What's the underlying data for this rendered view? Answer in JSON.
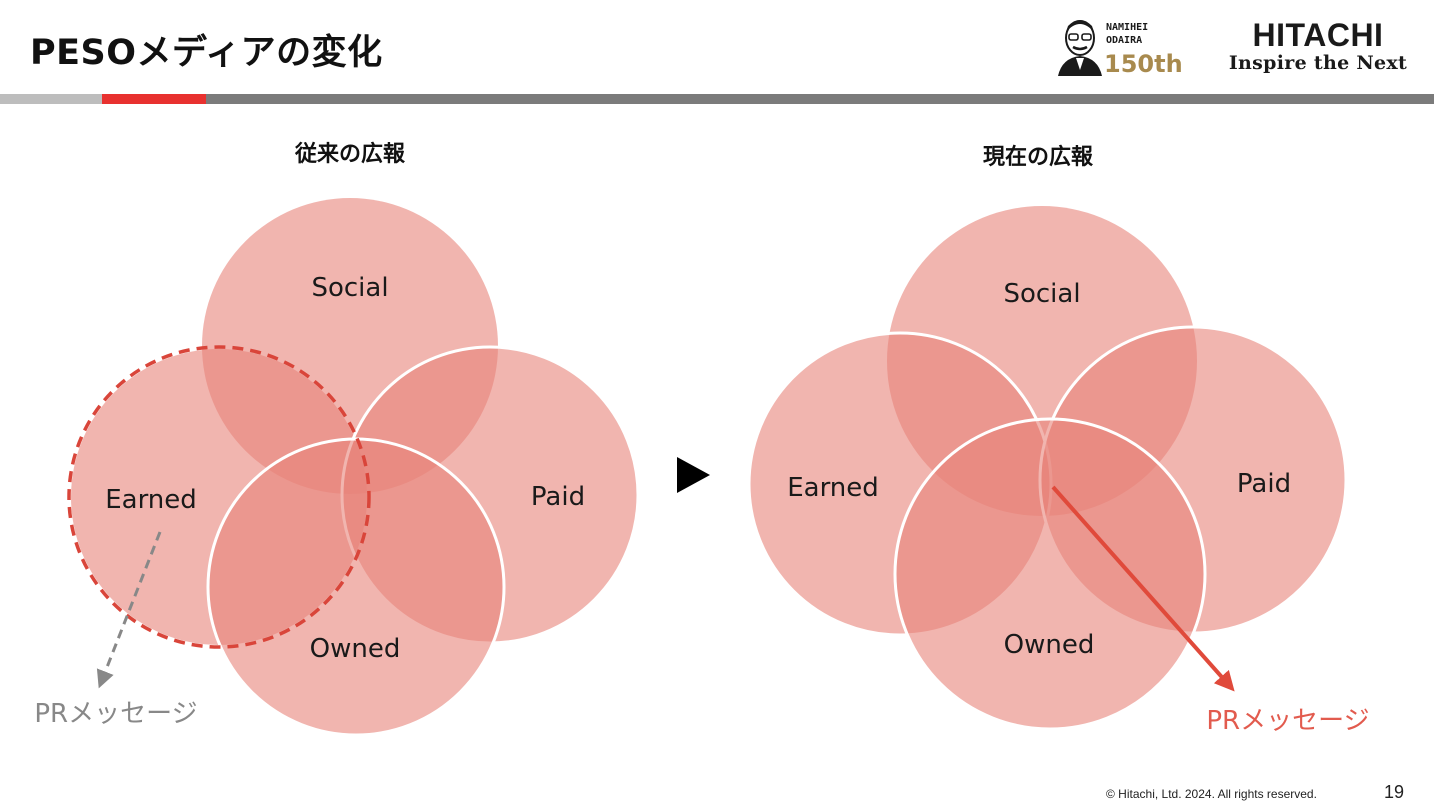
{
  "slide": {
    "title": "PESOメディアの変化",
    "copyright": "© Hitachi, Ltd. 2024. All rights reserved.",
    "page_number": "19"
  },
  "logos": {
    "anniversary": {
      "line1": "NAMIHEI",
      "line2": "ODAIRA",
      "line3": "150th"
    },
    "hitachi": {
      "name": "HITACHI",
      "tagline": "Inspire the Next"
    }
  },
  "left_diagram": {
    "title": "従来の広報",
    "circles": {
      "social": "Social",
      "earned": "Earned",
      "paid": "Paid",
      "owned": "Owned"
    },
    "pr_label": "PRメッセージ"
  },
  "right_diagram": {
    "title": "現在の広報",
    "circles": {
      "social": "Social",
      "earned": "Earned",
      "paid": "Paid",
      "owned": "Owned"
    },
    "pr_label": "PRメッセージ"
  },
  "colors": {
    "circle_fill": "#e8837a",
    "accent_red": "#e8312f",
    "dashed_border": "#d9453a",
    "arrow_red": "#e04a3b",
    "pr_gray": "#888888"
  }
}
